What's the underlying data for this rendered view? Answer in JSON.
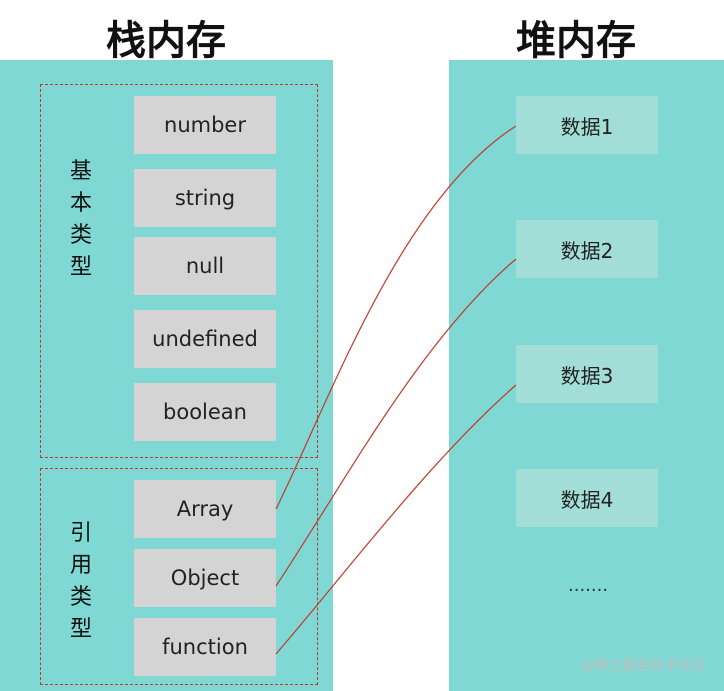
{
  "stack": {
    "title": "栈内存",
    "basic_group": {
      "label": "基\n本\n类\n型",
      "items": [
        "number",
        "string",
        "null",
        "undefined",
        "boolean"
      ]
    },
    "reference_group": {
      "label": "引\n用\n类\n型",
      "items": [
        "Array",
        "Object",
        "function"
      ]
    }
  },
  "heap": {
    "title": "堆内存",
    "items": [
      "数据1",
      "数据2",
      "数据3",
      "数据4"
    ],
    "ellipsis": "......."
  },
  "watermark": "@稀土掘金技术社区",
  "colors": {
    "panel": "#7fd8d3",
    "stack_box": "#d4d4d4",
    "heap_box": "#a3ddd7",
    "connector": "#c0392b"
  }
}
